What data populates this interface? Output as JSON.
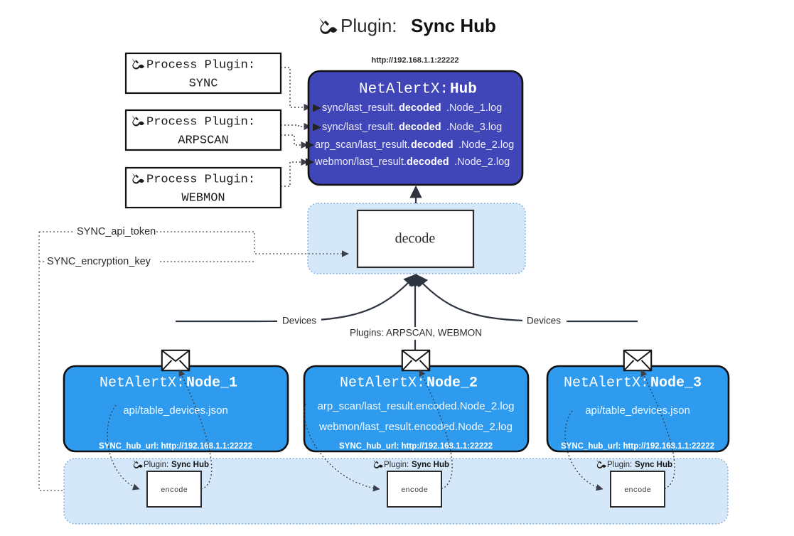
{
  "title": {
    "icon": "plug-icon",
    "prefix": "Plugin: ",
    "name": "Sync Hub"
  },
  "colors": {
    "hub_fill": "#4046b8",
    "node_fill": "#2f9bef",
    "band_fill": "#d5e8fa",
    "stroke_dark": "#2e3440",
    "text_light": "#ffffff",
    "white": "#ffffff"
  },
  "process_plugins": [
    {
      "icon": "plug-icon",
      "line1": "Process Plugin:",
      "line2": "SYNC"
    },
    {
      "icon": "plug-icon",
      "line1": "Process Plugin:",
      "line2": "ARPSCAN"
    },
    {
      "icon": "plug-icon",
      "line1": "Process Plugin:",
      "line2": "WEBMON"
    }
  ],
  "hub": {
    "url": "http://192.168.1.1:22222",
    "title_prefix": "NetAlertX: ",
    "title_name": "Hub",
    "logs": [
      {
        "pre": "sync/last_result.",
        "bold": "decoded",
        "post": ".Node_1.log"
      },
      {
        "pre": "sync/last_result.",
        "bold": "decoded",
        "post": ".Node_3.log"
      },
      {
        "pre": "arp_scan/last_result.",
        "bold": "decoded",
        "post": ".Node_2.log"
      },
      {
        "pre": "webmon/last_result.",
        "bold": "decoded",
        "post": ".Node_2.log"
      }
    ]
  },
  "decode": {
    "label": "decode"
  },
  "secrets": [
    {
      "label": "SYNC_api_token"
    },
    {
      "label": "SYNC_encryption_key"
    }
  ],
  "edge_labels": {
    "devices_left": "Devices",
    "devices_right": "Devices",
    "plugins_center": "Plugins: ARPSCAN, WEBMON"
  },
  "nodes": [
    {
      "title_prefix": "NetAlertX: ",
      "title_name": "Node_1",
      "lines": [
        "api/table_devices.json"
      ],
      "hub_url_label": "SYNC_hub_url: http://192.168.1.1:22222",
      "envelope_icon": "envelope-icon"
    },
    {
      "title_prefix": "NetAlertX: ",
      "title_name": "Node_2",
      "lines": [
        "arp_scan/last_result.encoded.Node_2.log",
        "webmon/last_result.encoded.Node_2.log"
      ],
      "hub_url_label": "SYNC_hub_url: http://192.168.1.1:22222",
      "envelope_icon": "envelope-icon"
    },
    {
      "title_prefix": "NetAlertX: ",
      "title_name": "Node_3",
      "lines": [
        "api/table_devices.json"
      ],
      "hub_url_label": "SYNC_hub_url: http://192.168.1.1:22222",
      "envelope_icon": "envelope-icon"
    }
  ],
  "encoders": [
    {
      "icon": "plug-icon",
      "label_prefix": "Plugin: ",
      "label_name": "Sync Hub",
      "box_label": "encode"
    },
    {
      "icon": "plug-icon",
      "label_prefix": "Plugin: ",
      "label_name": "Sync Hub",
      "box_label": "encode"
    },
    {
      "icon": "plug-icon",
      "label_prefix": "Plugin: ",
      "label_name": "Sync Hub",
      "box_label": "encode"
    }
  ]
}
